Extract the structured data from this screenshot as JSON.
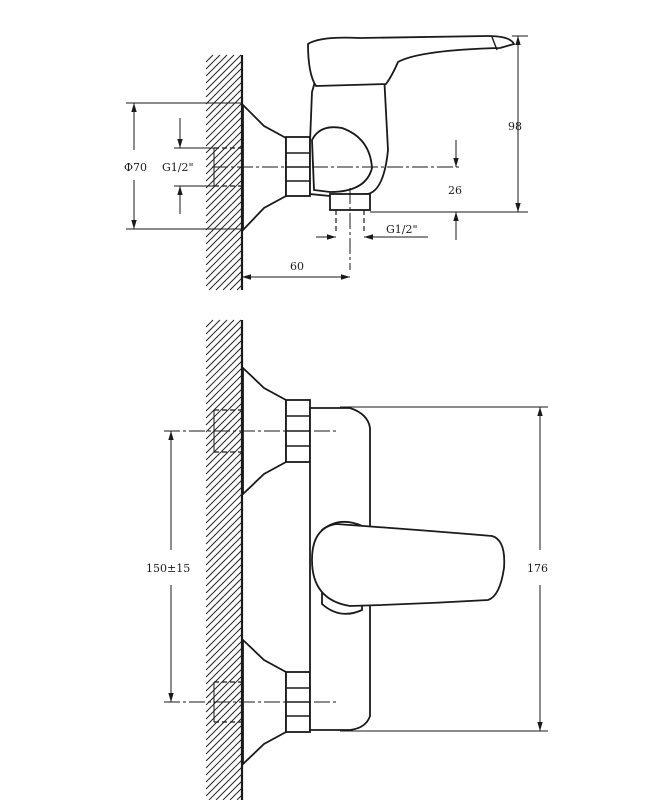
{
  "side_view": {
    "dimensions": {
      "height_98": "98",
      "flange_diameter": "Φ70",
      "wall_thread": "G1/2\"",
      "outlet_offset": "26",
      "outlet_thread": "G1/2\"",
      "projection": "60"
    }
  },
  "front_view": {
    "dimensions": {
      "center_distance": "150±15",
      "body_height": "176"
    }
  }
}
